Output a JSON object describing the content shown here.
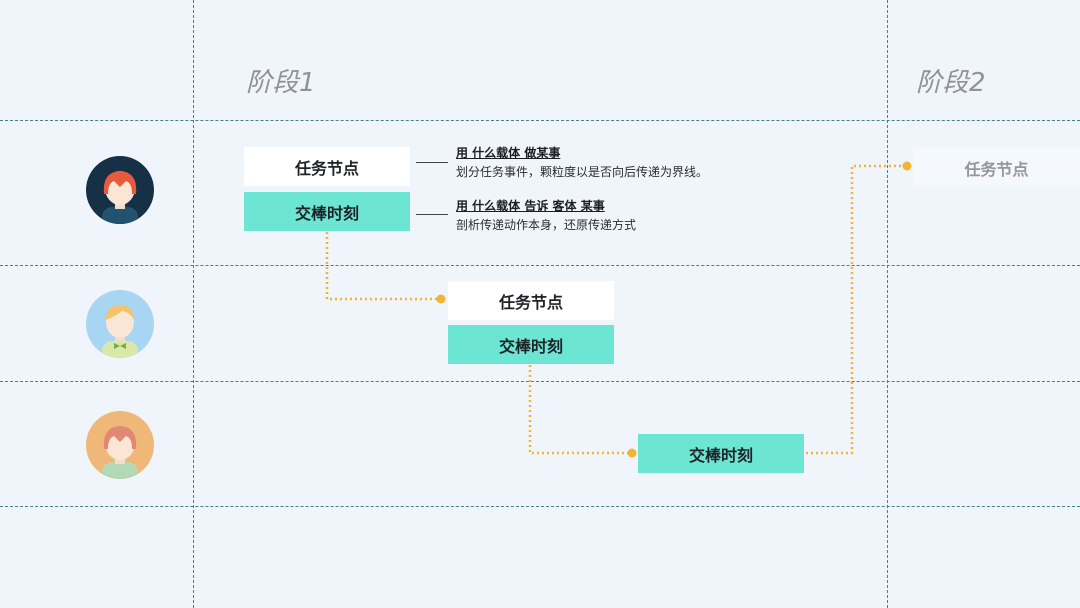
{
  "phases": [
    "阶段1",
    "阶段2"
  ],
  "avatars": [
    "avatar-1",
    "avatar-2",
    "avatar-3"
  ],
  "nodes": {
    "task_node": "任务节点",
    "handover": "交棒时刻"
  },
  "notes": {
    "task": {
      "title": "用 什么载体 做某事",
      "desc": "划分任务事件，颗粒度以是否向后传递为界线。"
    },
    "handover": {
      "title": "用 什么载体 告诉 客体 某事",
      "desc": "剖析传递动作本身，还原传递方式"
    }
  },
  "colors": {
    "background": "#f0f4fb",
    "teal": "#6de5d3",
    "connector": "#f2b531",
    "gridline": "#3f8580"
  }
}
